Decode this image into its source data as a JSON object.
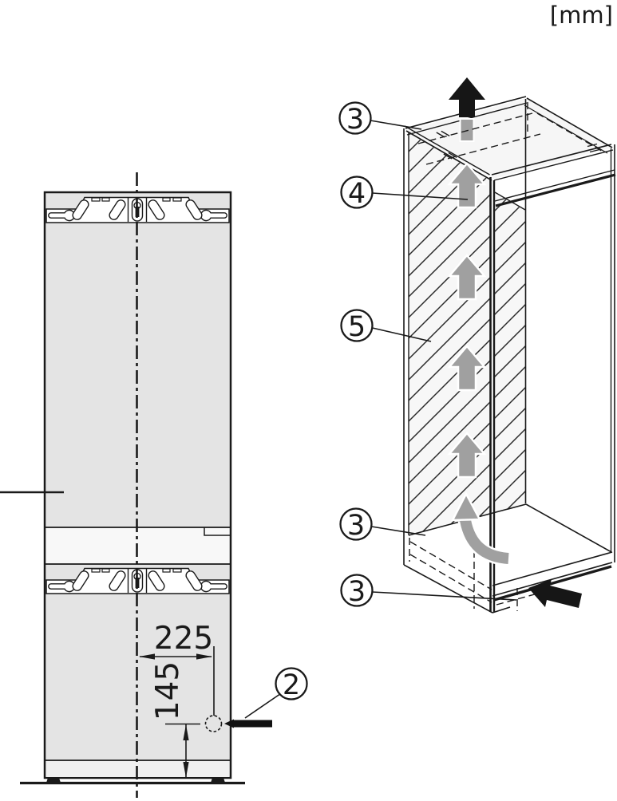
{
  "unit_label": "[mm]",
  "left_figure": {
    "dim_width": "225",
    "dim_height": "145",
    "callout_drill_point": "2"
  },
  "right_figure": {
    "callout_top_panel": "3",
    "callout_top_vent": "4",
    "callout_side_wall": "5",
    "callout_bottom_shelf": "3",
    "callout_plinth_vent": "3"
  },
  "colors": {
    "line": "#1a1a1a",
    "appliance_body": "#e4e4e4",
    "airflow_arrow": "#a0a0a0"
  }
}
